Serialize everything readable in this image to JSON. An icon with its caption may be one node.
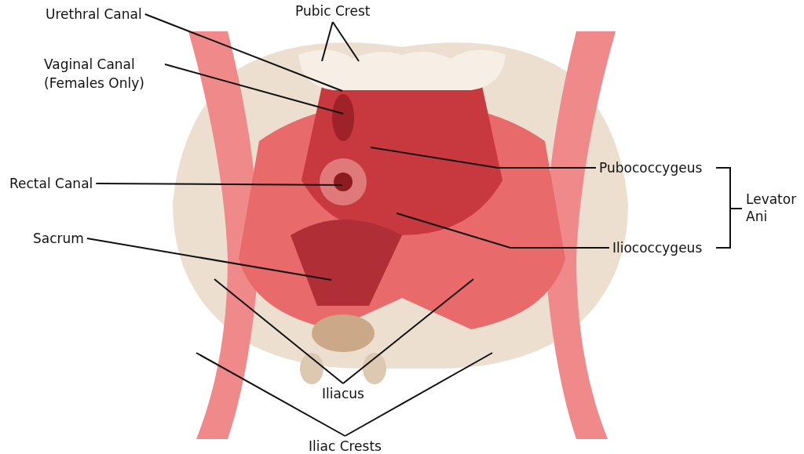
{
  "diagram": {
    "nodes": [
      {
        "text": [
          "Pubic Crest"
        ]
      },
      {
        "text": [
          "Urethral Canal"
        ]
      },
      {
        "text": [
          "Vaginal Canal (Females Only)"
        ]
      },
      {
        "text": [
          "Pubococcygeus"
        ]
      },
      {
        "text": [
          "Rectal Canal"
        ]
      },
      {
        "text": [
          "Sacrum"
        ]
      },
      {
        "text": [
          "Iliococcygeus"
        ]
      },
      {
        "text": [
          "Iliacus"
        ]
      },
      {
        "text": [
          "Iliac Crests"
        ]
      }
    ],
    "edges": [
      {
        "from": 0,
        "to": null,
        "arrow": "none"
      },
      {
        "from": 0,
        "to": null,
        "arrow": "none"
      },
      {
        "from": 1,
        "to": null,
        "arrow": "none"
      },
      {
        "from": 2,
        "to": null,
        "arrow": "none"
      },
      {
        "from": 3,
        "to": null,
        "arrow": "none"
      },
      {
        "from": 4,
        "to": null,
        "arrow": "none"
      },
      {
        "from": 5,
        "to": null,
        "arrow": "none"
      },
      {
        "from": 6,
        "to": null,
        "arrow": "none"
      },
      {
        "from": 7,
        "to": null,
        "arrow": "none"
      },
      {
        "from": 7,
        "to": null,
        "arrow": "none"
      },
      {
        "from": 8,
        "to": null,
        "arrow": "none"
      },
      {
        "from": 8,
        "to": null,
        "arrow": "none"
      }
    ],
    "labels": [
      "Levator Ani"
    ]
  }
}
